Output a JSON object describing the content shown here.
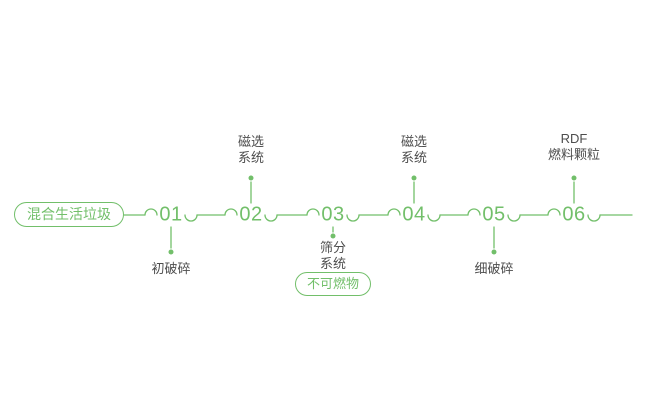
{
  "colors": {
    "accent": "#72bf6a",
    "text": "#4d4d4d"
  },
  "start_badge": {
    "label": "混合生活垃圾"
  },
  "steps": [
    {
      "number": "01",
      "label": "初破碎",
      "label_position": "below"
    },
    {
      "number": "02",
      "label": "磁选\n系统",
      "label_position": "above"
    },
    {
      "number": "03",
      "label": "筛分\n系统",
      "label_position": "below",
      "badge": "不可燃物"
    },
    {
      "number": "04",
      "label": "磁选\n系统",
      "label_position": "above"
    },
    {
      "number": "05",
      "label": "细破碎",
      "label_position": "below"
    },
    {
      "number": "06",
      "label": "RDF\n燃料颗粒",
      "label_position": "above"
    }
  ]
}
